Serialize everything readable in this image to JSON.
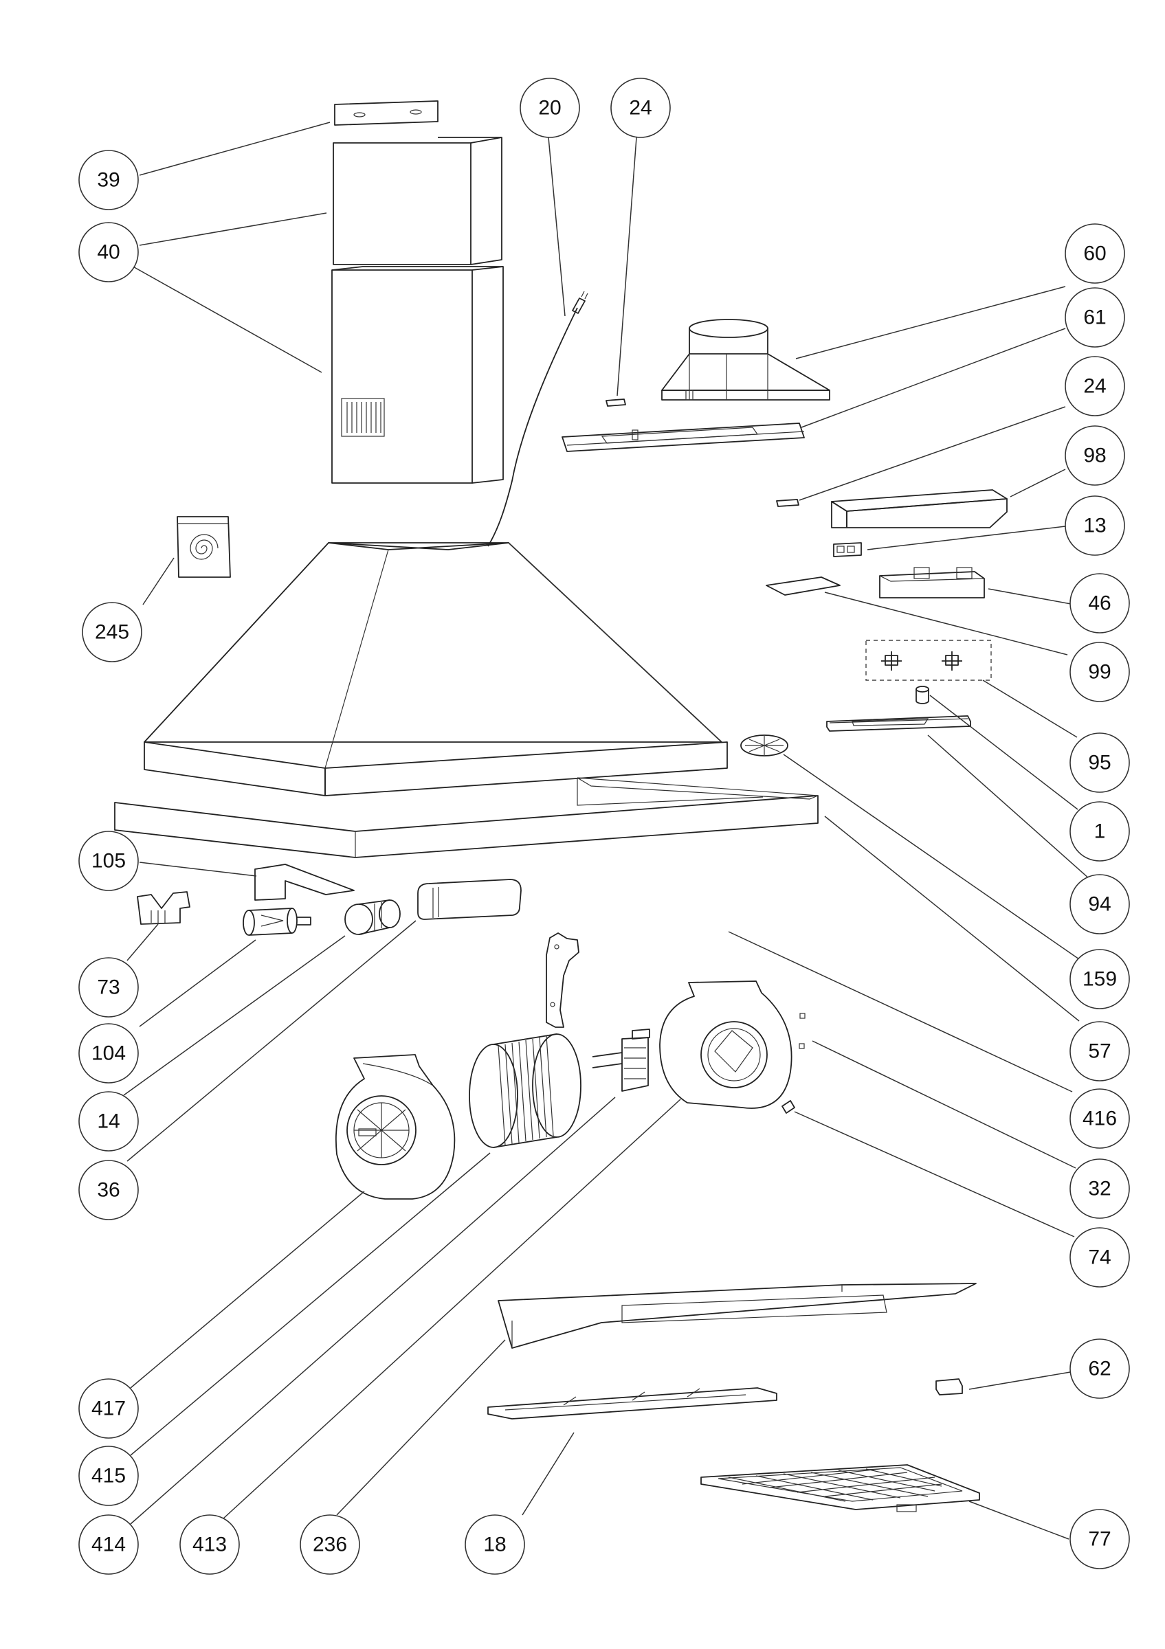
{
  "diagram": {
    "labels": [
      "39",
      "40",
      "245",
      "20",
      "24",
      "60",
      "61",
      "24",
      "98",
      "13",
      "46",
      "99",
      "95",
      "1",
      "94",
      "159",
      "57",
      "416",
      "32",
      "74",
      "105",
      "73",
      "104",
      "14",
      "36",
      "417",
      "415",
      "414",
      "413",
      "236",
      "18",
      "62",
      "77"
    ]
  }
}
